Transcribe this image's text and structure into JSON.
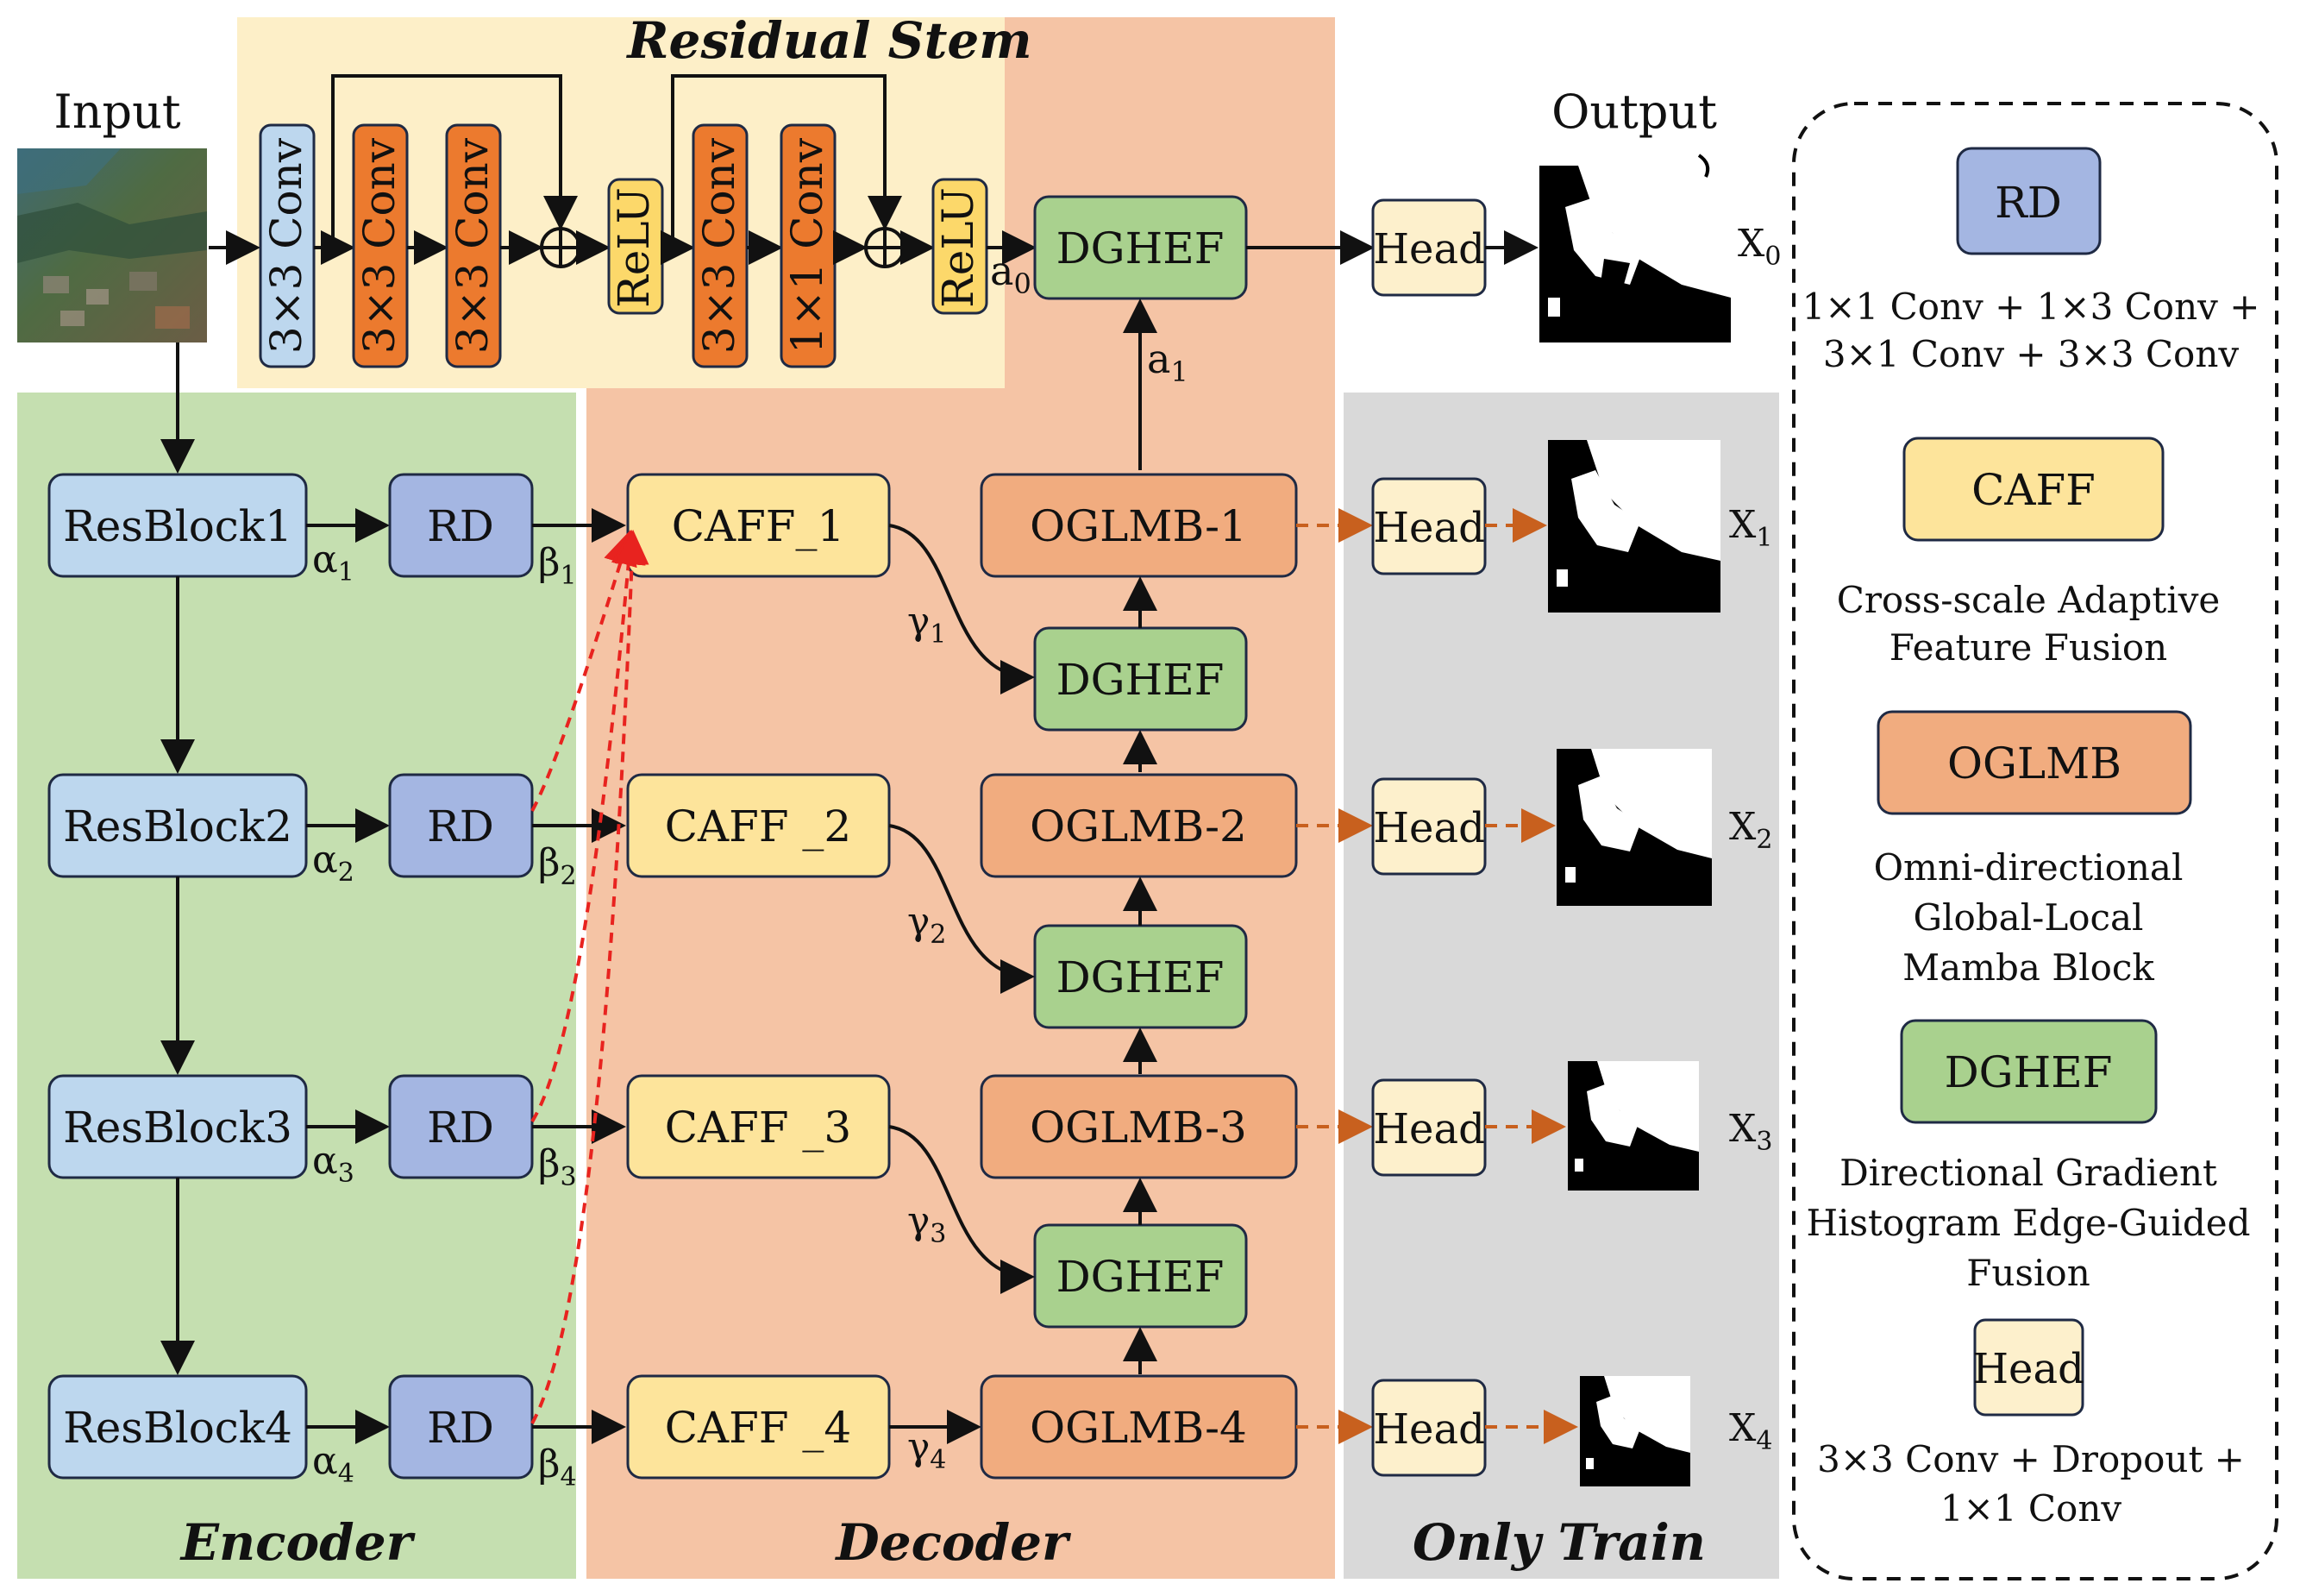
{
  "input_label": "Input",
  "output_label": "Output",
  "stem": {
    "title": "Residual Stem",
    "blocks": [
      "3×3 Conv",
      "3×3 Conv",
      "3×3 Conv",
      "ReLU",
      "3×3 Conv",
      "1×1 Conv",
      "ReLU"
    ],
    "a0": "a",
    "a0_sub": "0"
  },
  "regions": {
    "encoder": "Encoder",
    "decoder": "Decoder",
    "only_train": "Only Train"
  },
  "encoder": {
    "resblocks": [
      "ResBlock1",
      "ResBlock2",
      "ResBlock3",
      "ResBlock4"
    ],
    "rd": "RD",
    "alpha": "α",
    "beta": "β",
    "subs": [
      "1",
      "2",
      "3",
      "4"
    ]
  },
  "decoder": {
    "caff": [
      "CAFF_1",
      "CAFF _2",
      "CAFF _3",
      "CAFF _4"
    ],
    "oglmb": [
      "OGLMB-1",
      "OGLMB-2",
      "OGLMB-3",
      "OGLMB-4"
    ],
    "dghef": "DGHEF",
    "gamma": "γ",
    "a1": "a",
    "a1_sub": "1"
  },
  "heads": {
    "label": "Head",
    "x": "X",
    "subs": [
      "0",
      "1",
      "2",
      "3",
      "4"
    ]
  },
  "legend": {
    "rd": {
      "label": "RD",
      "desc": [
        "1×1 Conv + 1×3 Conv +",
        "3×1 Conv + 3×3 Conv"
      ]
    },
    "caff": {
      "label": "CAFF",
      "desc": [
        "Cross-scale Adaptive",
        "Feature Fusion"
      ]
    },
    "oglmb": {
      "label": "OGLMB",
      "desc": [
        "Omni-directional",
        "Global-Local",
        "Mamba Block"
      ]
    },
    "dghef": {
      "label": "DGHEF",
      "desc": [
        "Directional Gradient",
        "Histogram Edge-Guided",
        "Fusion"
      ]
    },
    "head": {
      "label": "Head",
      "desc": [
        "3×3 Conv + Dropout +",
        "1×1 Conv"
      ]
    }
  },
  "colors": {
    "encoder_bg": "#c5dfb0",
    "decoder_bg": "#f5c4a5",
    "train_bg": "#d9d9d9",
    "stem_bg": "#fdefc8",
    "resblock": "#bdd7ee",
    "rd": "#a4b6e2",
    "caff": "#fde49b",
    "oglmb": "#f1ac7f",
    "dghef": "#a9d18e",
    "head": "#fdf0cc",
    "conv_orange": "#ec7a2e",
    "relu_yellow": "#fcd86a",
    "conv_blue": "#bdd7ee",
    "dashed_red": "#e8231f",
    "dashed_orange": "#c8601e"
  }
}
